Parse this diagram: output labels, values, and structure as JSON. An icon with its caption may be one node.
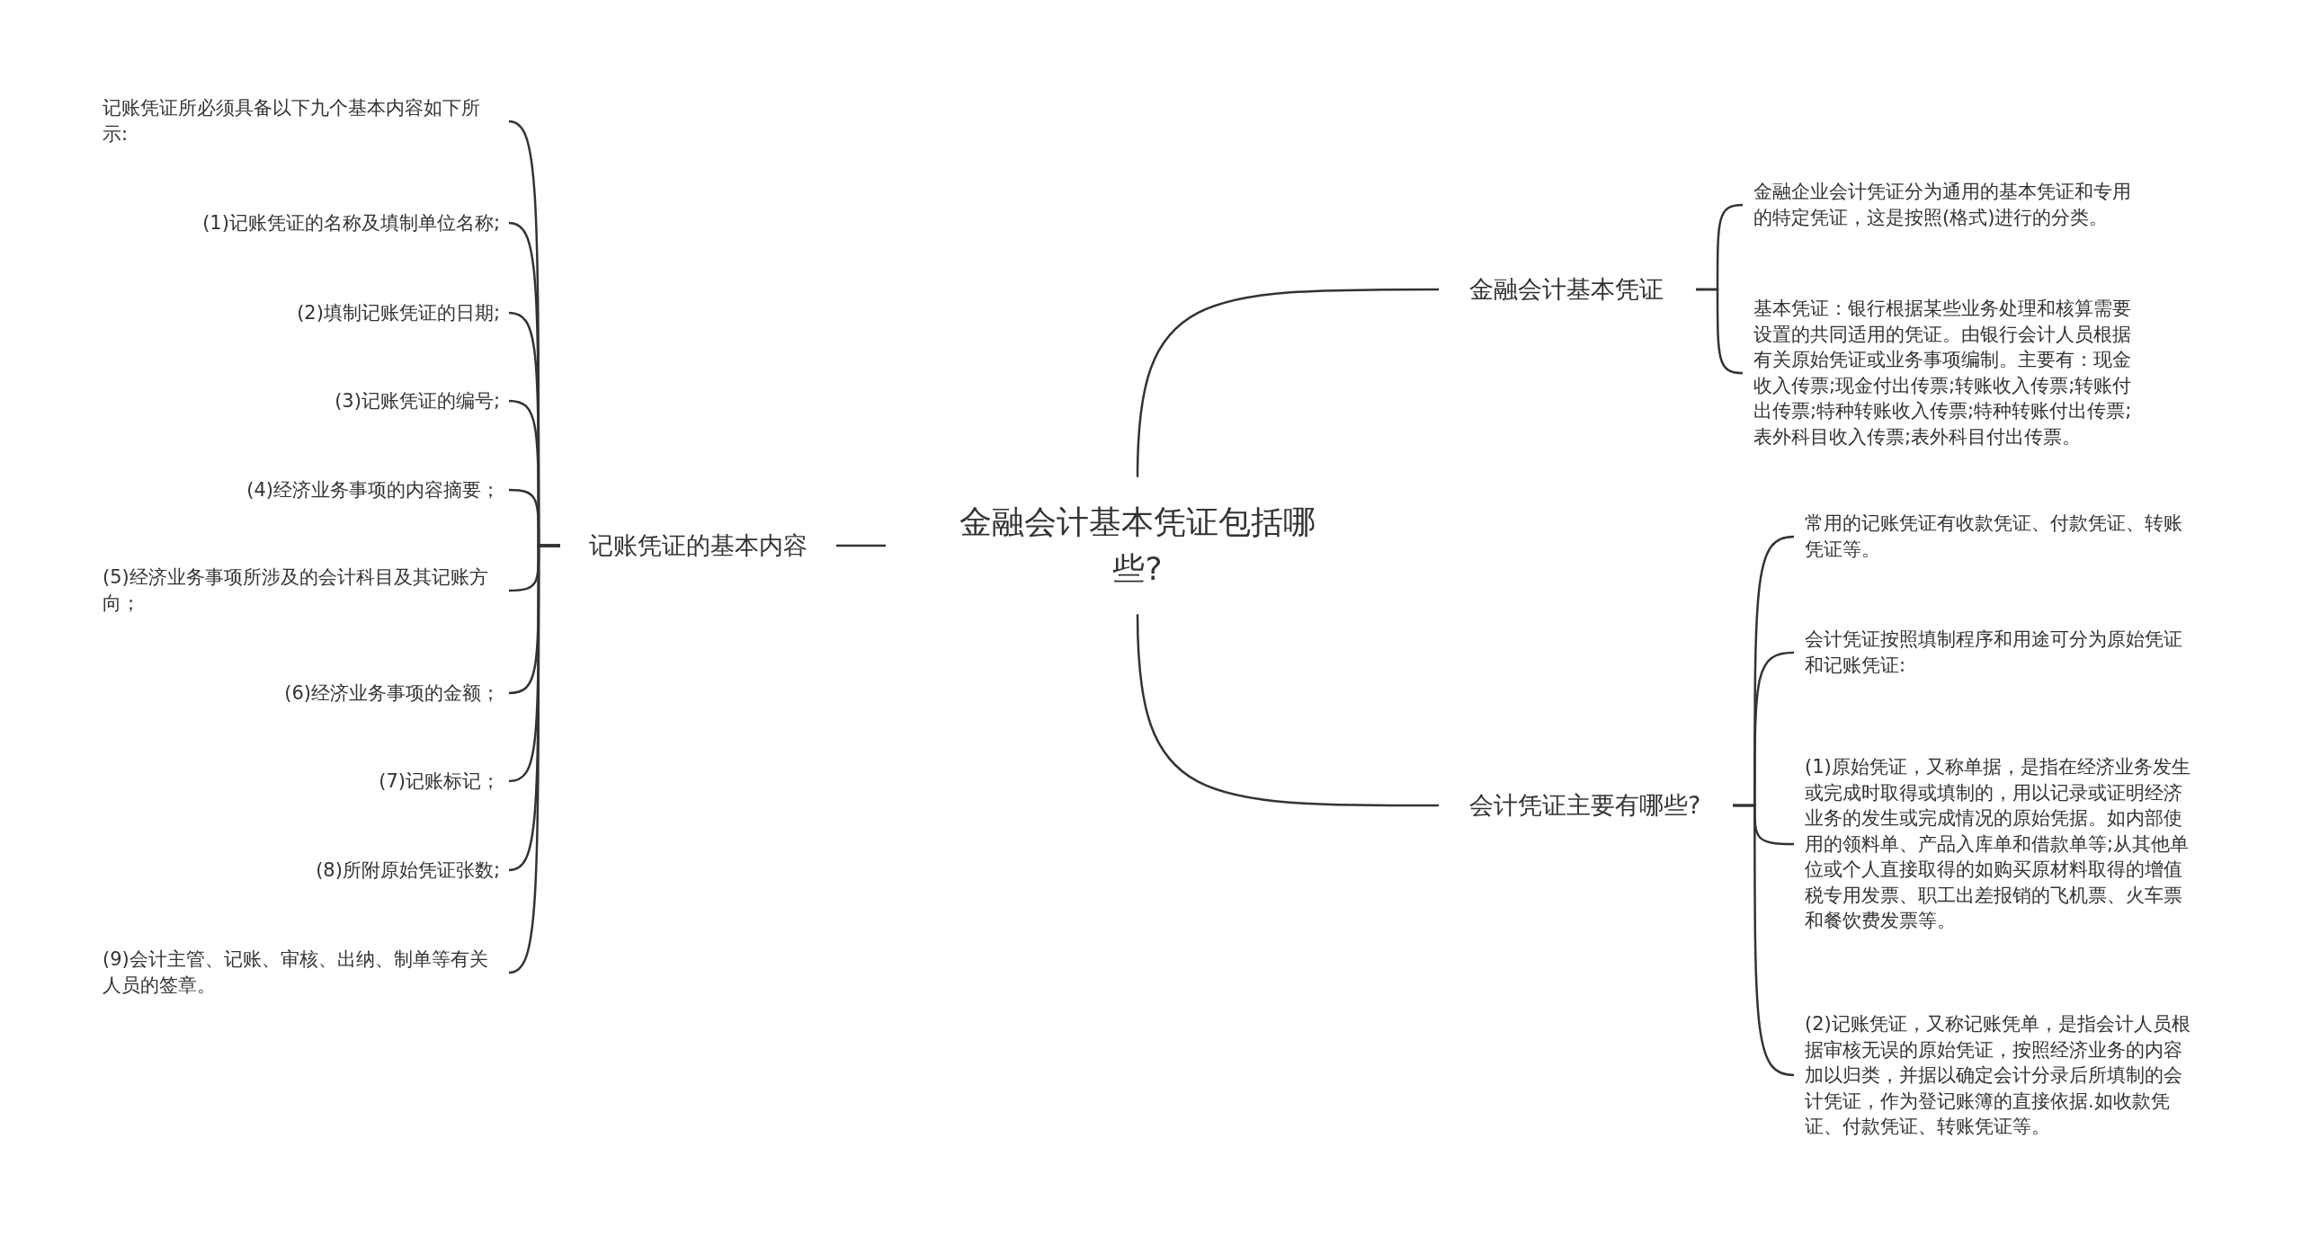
{
  "diagram": {
    "nodes": [
      {
        "text": [
          "金融会计基本凭证包括哪些?"
        ]
      },
      {
        "text": [
          "记账凭证的基本内容"
        ]
      },
      {
        "text": [
          "记账凭证所必须具备以下九个基本内容如下所示:"
        ]
      },
      {
        "text": [
          "(1)记账凭证的名称及填制单位名称;"
        ]
      },
      {
        "text": [
          "(2)填制记账凭证的日期;"
        ]
      },
      {
        "text": [
          "(3)记账凭证的编号;"
        ]
      },
      {
        "text": [
          "(4)经济业务事项的内容摘要；"
        ]
      },
      {
        "text": [
          "(5)经济业务事项所涉及的会计科目及其记账方向；"
        ]
      },
      {
        "text": [
          "(6)经济业务事项的金额；"
        ]
      },
      {
        "text": [
          "(7)记账标记；"
        ]
      },
      {
        "text": [
          "(8)所附原始凭证张数;"
        ]
      },
      {
        "text": [
          "(9)会计主管、记账、审核、出纳、制单等有关人员的签章。"
        ]
      },
      {
        "text": [
          "金融会计基本凭证"
        ]
      },
      {
        "text": [
          "金融企业会计凭证分为通用的基本凭证和专用的特定凭证，这是按照(格式)进行的分类。"
        ]
      },
      {
        "text": [
          "基本凭证：银行根据某些业务处理和核算需要设置的共同适用的凭证。由银行会计人员根据有关原始凭证或业务事项编制。主要有：现金收入传票;现金付出传票;转账收入传票;转账付出传票;特种转账收入传票;特种转账付出传票;表外科目收入传票;表外科目付出传票。"
        ]
      },
      {
        "text": [
          "会计凭证主要有哪些?"
        ]
      },
      {
        "text": [
          "常用的记账凭证有收款凭证、付款凭证、转账凭证等。"
        ]
      },
      {
        "text": [
          "会计凭证按照填制程序和用途可分为原始凭证和记账凭证:"
        ]
      },
      {
        "text": [
          "(1)原始凭证，又称单据，是指在经济业务发生或完成时取得或填制的，用以记录或证明经济业务的发生或完成情况的原始凭据。如内部使用的领料单、产品入库单和借款单等;从其他单位或个人直接取得的如购买原材料取得的增值税专用发票、职工出差报销的飞机票、火车票和餐饮费发票等。"
        ]
      },
      {
        "text": [
          "(2)记账凭证，又称记账凭单，是指会计人员根据审核无误的原始凭证，按照经济业务的内容加以归类，并据以确定会计分录后所填制的会计凭证，作为登记账簿的直接依据.如收款凭证、付款凭证、转账凭证等。"
        ]
      }
    ],
    "edges": [
      {
        "from": 0,
        "to": 1,
        "arrow": "none"
      },
      {
        "from": 1,
        "to": 2,
        "arrow": "none"
      },
      {
        "from": 1,
        "to": 3,
        "arrow": "none"
      },
      {
        "from": 1,
        "to": 4,
        "arrow": "none"
      },
      {
        "from": 1,
        "to": 5,
        "arrow": "none"
      },
      {
        "from": 1,
        "to": 6,
        "arrow": "none"
      },
      {
        "from": 1,
        "to": 7,
        "arrow": "none"
      },
      {
        "from": 1,
        "to": 8,
        "arrow": "none"
      },
      {
        "from": 1,
        "to": 9,
        "arrow": "none"
      },
      {
        "from": 1,
        "to": 10,
        "arrow": "none"
      },
      {
        "from": 1,
        "to": 11,
        "arrow": "none"
      },
      {
        "from": 0,
        "to": 12,
        "arrow": "none"
      },
      {
        "from": 12,
        "to": 13,
        "arrow": "none"
      },
      {
        "from": 12,
        "to": 14,
        "arrow": "none"
      },
      {
        "from": 0,
        "to": 15,
        "arrow": "none"
      },
      {
        "from": 15,
        "to": 16,
        "arrow": "none"
      },
      {
        "from": 15,
        "to": 17,
        "arrow": "none"
      },
      {
        "from": 15,
        "to": 18,
        "arrow": "none"
      },
      {
        "from": 15,
        "to": 19,
        "arrow": "none"
      }
    ]
  }
}
